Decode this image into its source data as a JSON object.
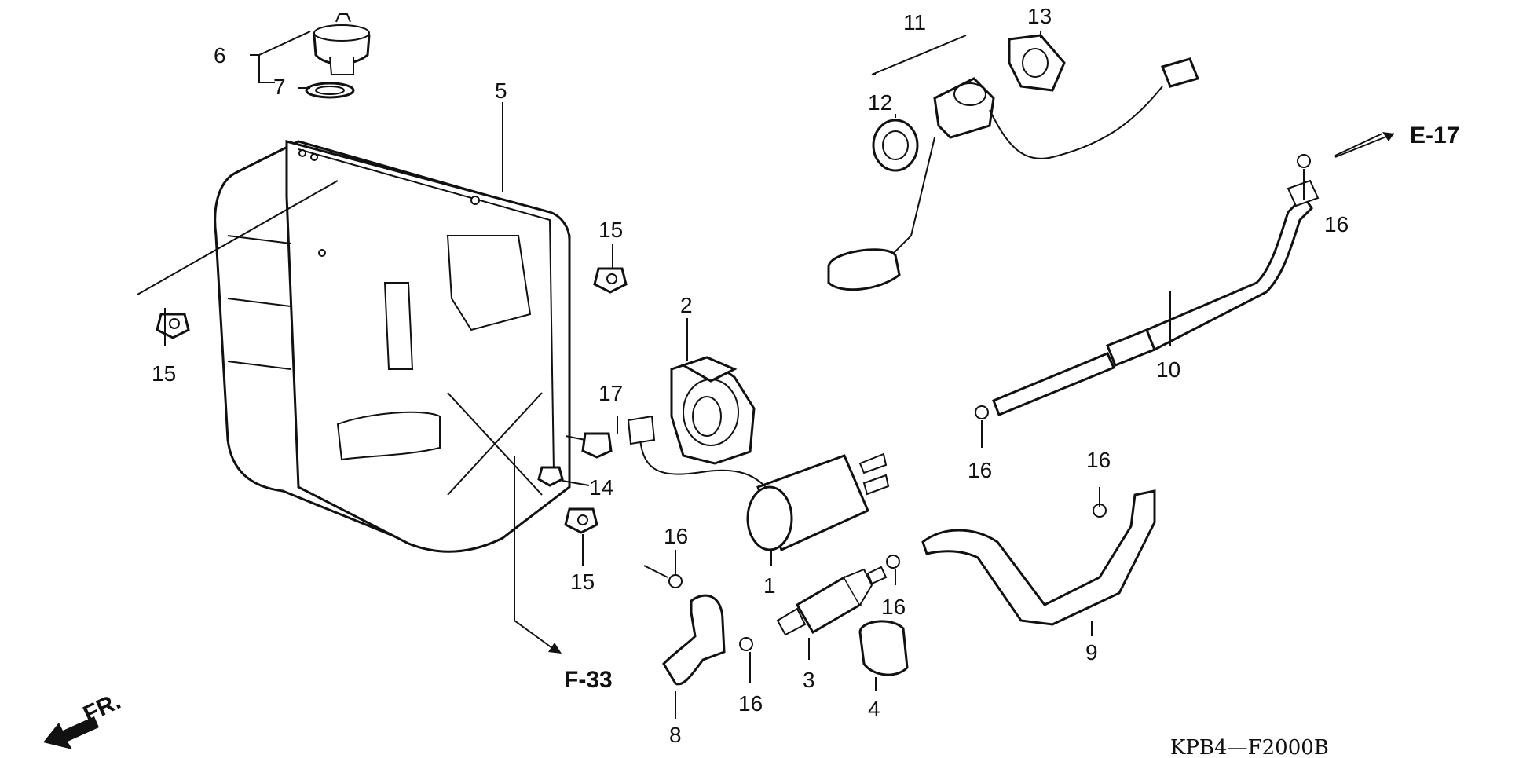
{
  "callouts": [
    "1",
    "2",
    "3",
    "4",
    "5",
    "6",
    "7",
    "8",
    "9",
    "10",
    "11",
    "12",
    "13",
    "14",
    "15",
    "15",
    "15",
    "16",
    "16",
    "16",
    "16",
    "16",
    "16",
    "17"
  ],
  "references": {
    "e17": "E-17",
    "f33": "F-33"
  },
  "front_marker": "FR.",
  "diagram_code": "KPB4—F2000B",
  "colors": {
    "ink": "#111111",
    "background": "#ffffff"
  }
}
